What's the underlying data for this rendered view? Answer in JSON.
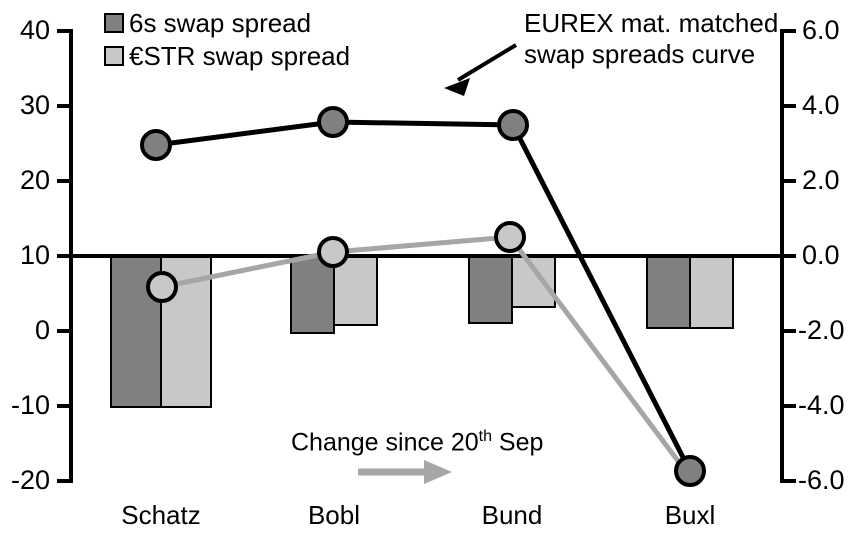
{
  "chart_data": {
    "type": "bar",
    "title": "",
    "categories": [
      "Schatz",
      "Bobl",
      "Bund",
      "Buxl"
    ],
    "xlabel": "",
    "ylabel": "",
    "grid": false,
    "legend_position": "top-left",
    "left_axis": {
      "label": "",
      "ticks": [
        "40",
        "30",
        "20",
        "10",
        "0",
        "-10",
        "-20"
      ],
      "tick_values": [
        40,
        30,
        20,
        10,
        0,
        -10,
        -20
      ],
      "ylim": [
        -20,
        40
      ]
    },
    "right_axis": {
      "label": "",
      "ticks": [
        "6.0",
        "4.0",
        "2.0",
        "0.0",
        "-2.0",
        "-4.0",
        "-6.0"
      ],
      "tick_values": [
        6.0,
        4.0,
        2.0,
        0.0,
        -2.0,
        -4.0,
        -6.0
      ],
      "ylim": [
        -6.0,
        6.0
      ]
    },
    "series": [
      {
        "name": "6s swap spread",
        "kind": "bar",
        "axis": "left",
        "color": "#808080",
        "values": [
          -10.3,
          -0.2,
          1.2,
          0.5
        ]
      },
      {
        "name": "€STR swap spread",
        "kind": "bar",
        "axis": "left",
        "color": "#c8c8c8",
        "values": [
          -10.3,
          0.9,
          3.3,
          1.2
        ]
      },
      {
        "name": "EUREX mat. matched swap spreads curve",
        "kind": "line",
        "axis": "right",
        "color": "#000000",
        "marker_fill": "#808080",
        "values": [
          3.0,
          3.5,
          3.4,
          -5.7
        ]
      },
      {
        "name": "Change since 20th Sep",
        "kind": "line",
        "axis": "right",
        "color": "#a6a6a6",
        "marker_fill": "#c8c8c8",
        "values": [
          -0.8,
          0.1,
          0.5,
          -5.9
        ]
      }
    ],
    "annotations": [
      {
        "text_line1": "EUREX mat. matched",
        "text_line2": "swap spreads curve",
        "target": "black-line"
      },
      {
        "text": "Change since 20",
        "sup": "th",
        "text_tail": " Sep",
        "target": "gray-line"
      }
    ]
  },
  "legend": {
    "items": [
      {
        "label": "6s swap spread",
        "color": "#808080"
      },
      {
        "label": "€STR swap spread",
        "color": "#c8c8c8"
      }
    ]
  },
  "axes": {
    "left_ticks": [
      "40",
      "30",
      "20",
      "10",
      "0",
      "-10",
      "-20"
    ],
    "right_ticks": [
      "6.0",
      "4.0",
      "2.0",
      "0.0",
      "-2.0",
      "-4.0",
      "-6.0"
    ],
    "categories": [
      "Schatz",
      "Bobl",
      "Bund",
      "Buxl"
    ]
  },
  "annotations": {
    "curve_label_line1": "EUREX mat. matched",
    "curve_label_line2": "swap spreads curve",
    "change_note_main": "Change since 20",
    "change_note_sup": "th",
    "change_note_tail": " Sep"
  },
  "colors": {
    "dark_bar": "#808080",
    "light_bar": "#c8c8c8",
    "black_line": "#000000",
    "gray_line": "#a6a6a6",
    "axis": "#000000"
  }
}
